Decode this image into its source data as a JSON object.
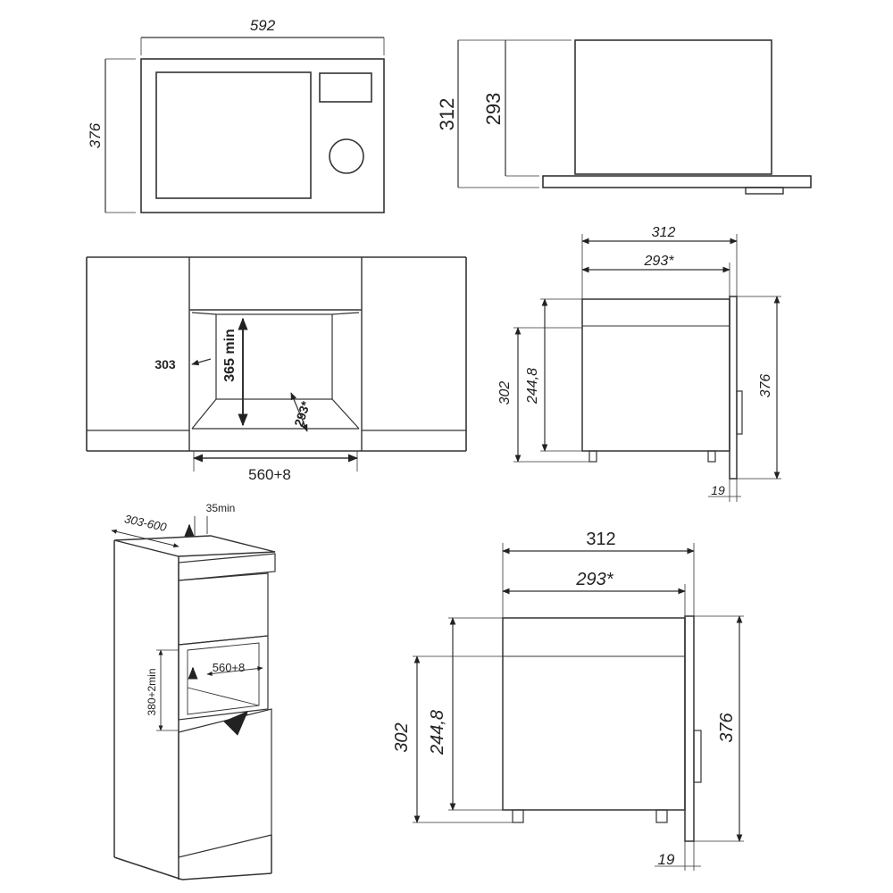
{
  "front_view": {
    "width": "592",
    "height": "376"
  },
  "side_view_top": {
    "depth": "312",
    "inner_depth": "293"
  },
  "niche_view": {
    "side_gap": "303",
    "min_height": "365 min",
    "depth": "293*",
    "width": "560+8"
  },
  "side_view_mid": {
    "total_depth": "312",
    "body_depth": "293*",
    "height_body": "302",
    "inner_height": "244,8",
    "height_total": "376",
    "panel_thickness": "19"
  },
  "cabinet_view": {
    "cabinet_depth": "303-600",
    "top_vent": "35min",
    "niche_width": "560+8",
    "niche_height": "380+2min"
  },
  "side_view_bottom": {
    "total_depth": "312",
    "body_depth": "293*",
    "height_body": "302",
    "inner_height": "244,8",
    "height_total": "376",
    "panel_thickness": "19"
  },
  "colors": {
    "line": "#333333",
    "text": "#222222"
  }
}
